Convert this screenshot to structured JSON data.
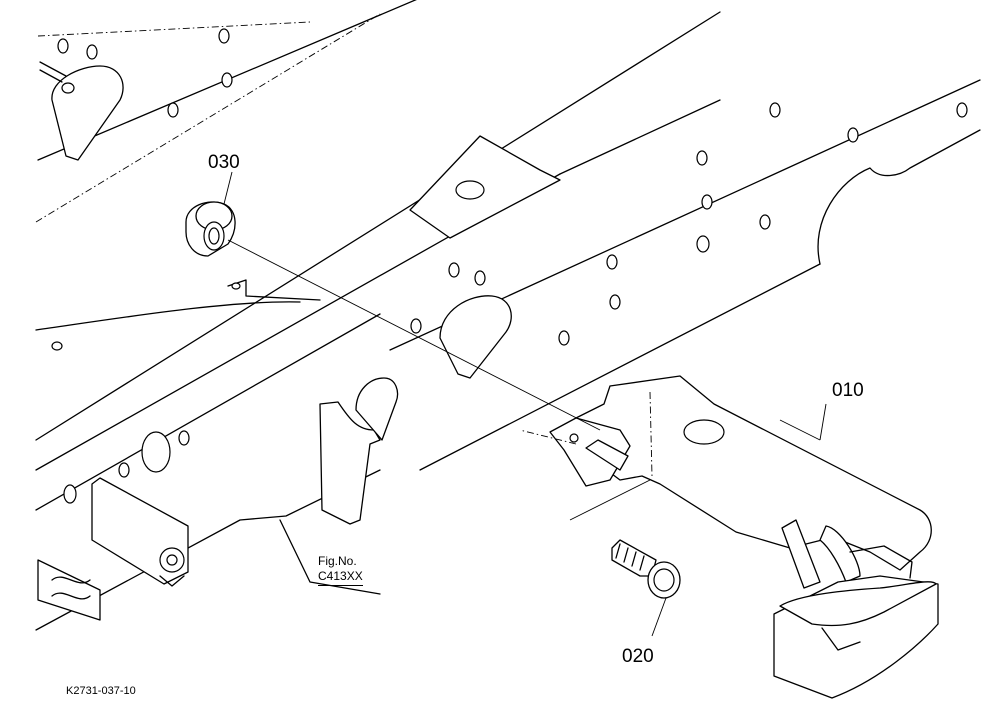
{
  "callouts": {
    "p010": "010",
    "p020": "020",
    "p030": "030"
  },
  "figure_ref": {
    "line1": "Fig.No.",
    "line2": "C413XX"
  },
  "drawing_code": "K2731-037-10"
}
